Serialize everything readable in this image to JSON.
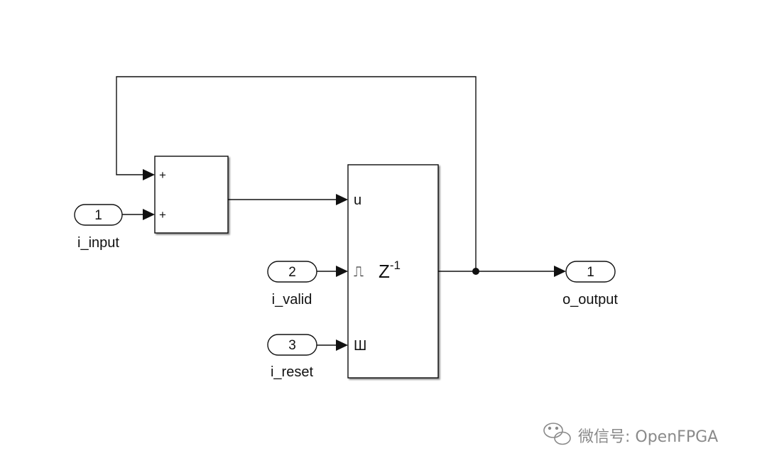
{
  "inports": [
    {
      "number": "1",
      "name": "i_input"
    },
    {
      "number": "2",
      "name": "i_valid"
    },
    {
      "number": "3",
      "name": "i_reset"
    }
  ],
  "outports": [
    {
      "number": "1",
      "name": "o_output"
    }
  ],
  "sum_block": {
    "signs": [
      "+",
      "+"
    ]
  },
  "delay_block": {
    "label_main": "Z",
    "label_exponent": "-1",
    "ports": {
      "data": "u",
      "enable": "⎍",
      "reset": "Ш"
    }
  },
  "watermark": {
    "icon": "wechat-icon",
    "text": "微信号: OpenFPGA"
  },
  "colors": {
    "line": "#111111",
    "block_fill": "#ffffff",
    "watermark": "#8a8a8a"
  }
}
